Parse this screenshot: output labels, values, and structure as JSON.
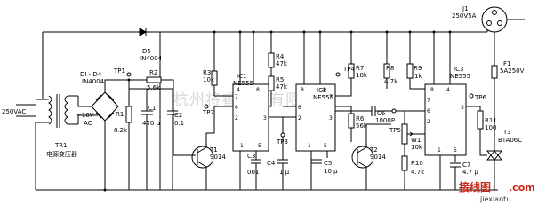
{
  "watermark": "杭州将睿科技有限公司",
  "site_logo": {
    "name": "接线图",
    "domain": ".com",
    "pinyin": "jiexiantu"
  },
  "power": {
    "input": "250VAC",
    "tr1_name": "TR1",
    "tr1_desc": "电源变压器",
    "secondary": "~10V",
    "ac": "AC"
  },
  "rectifier": {
    "label": "DI - D4",
    "part": "IN4004"
  },
  "d5": {
    "name": "D5",
    "part": "IN4004"
  },
  "testpoints": {
    "tp1": "TP1",
    "tp2": "TP2",
    "tp3": "TP3",
    "tp4": "TP4",
    "tp5": "TP5",
    "tp6": "TP6"
  },
  "resistors": {
    "r1": {
      "name": "R1",
      "value": "8.2k"
    },
    "r2": {
      "name": "R2",
      "value": "5.6k"
    },
    "r3": {
      "name": "R3",
      "value": "10k"
    },
    "r4": {
      "name": "R4",
      "value": "47k"
    },
    "r5": {
      "name": "R5",
      "value": "47k"
    },
    "r6": {
      "name": "R6",
      "value": "56k"
    },
    "r7": {
      "name": "R7",
      "value": "18k"
    },
    "r8": {
      "name": "R8",
      "value": "4.7k"
    },
    "r9": {
      "name": "R9",
      "value": "1k"
    },
    "r10": {
      "name": "R10",
      "value": "4.7k"
    },
    "r11": {
      "name": "R11",
      "value": "100"
    },
    "w1": {
      "name": "W1",
      "value": "10k"
    }
  },
  "capacitors": {
    "c1": {
      "name": "C1",
      "value": "470 μ"
    },
    "c2": {
      "name": "C2",
      "value": "0.1"
    },
    "c3": {
      "name": "C3",
      "value": "001"
    },
    "c4": {
      "name": "C4",
      "value": "1 μ"
    },
    "c5": {
      "name": "C5",
      "value": "10 μ"
    },
    "c6": {
      "name": "C6",
      "value": "1000P"
    },
    "c7": {
      "name": "C7",
      "value": "4.7 μ"
    }
  },
  "transistors": {
    "t1": {
      "name": "T1",
      "part": "9014"
    },
    "t2": {
      "name": "T2",
      "part": "9014"
    },
    "t3": {
      "name": "T3",
      "part": "BTA06C"
    }
  },
  "ics": {
    "ic1": {
      "name": "IC1",
      "part": "NE555",
      "pins": [
        "4",
        "8",
        "7",
        "6",
        "2",
        "3",
        "1",
        "5"
      ]
    },
    "ic2": {
      "name": "IC2",
      "part": "NE555",
      "pins": [
        "8",
        "4",
        "7",
        "6",
        "2",
        "3",
        "1",
        "5"
      ]
    },
    "ic3": {
      "name": "IC3",
      "part": "NE555",
      "pins": [
        "8",
        "4",
        "7",
        "6",
        "2",
        "3",
        "1",
        "5"
      ]
    }
  },
  "j1": {
    "name": "J1",
    "rating": "250V5A"
  },
  "f1": {
    "name": "F1",
    "rating": "5A250V"
  }
}
